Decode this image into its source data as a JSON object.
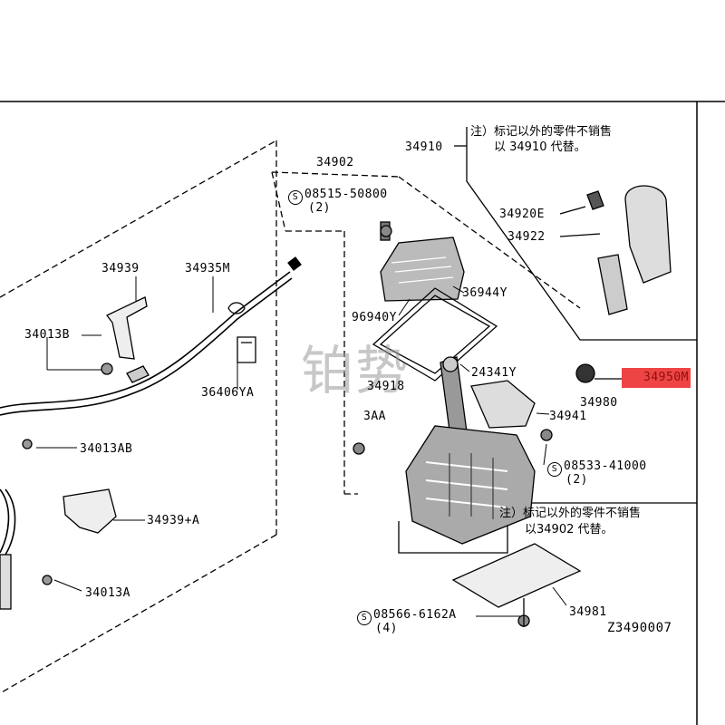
{
  "watermark": "铂势",
  "diagram_code": "Z3490007",
  "notes": {
    "note1_line1": "注）标记以外的零件不销售",
    "note1_line2": "以 34910 代替。",
    "note2_line1": "注）标记以外的零件不销售",
    "note2_line2": "以34902 代替。"
  },
  "highlight": {
    "part": "34950M",
    "color": "#ef4444"
  },
  "parts": {
    "p34910": "34910",
    "p34902": "34902",
    "p08515": "08515-50800",
    "p08515_qty": "(2)",
    "p34920E": "34920E",
    "p34922": "34922",
    "p34939": "34939",
    "p34935M": "34935M",
    "p34013B": "34013B",
    "p36406YA": "36406YA",
    "p36944Y": "36944Y",
    "p96940Y": "96940Y",
    "p24341Y": "24341Y",
    "p34918": "34918",
    "p34013AA": "3AA",
    "p34980": "34980",
    "p34941": "34941",
    "p34013AB": "34013AB",
    "p08533": "08533-41000",
    "p08533_qty": "(2)",
    "p34939A": "34939+A",
    "p34013A": "34013A",
    "p08566": "08566-6162A",
    "p08566_qty": "(4)",
    "p34981": "34981"
  },
  "symbols": {
    "screw": "S"
  }
}
